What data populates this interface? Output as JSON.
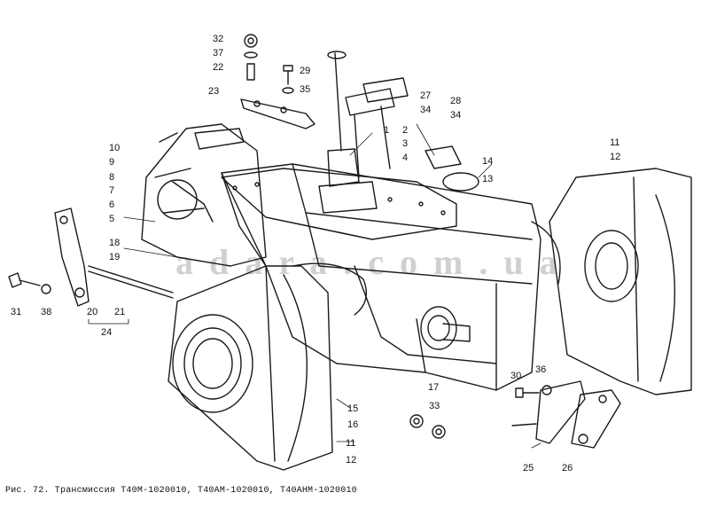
{
  "figure": {
    "caption": "Рис. 72. Трансмиссия Т40М-1020010, Т40АМ-1020010, Т40АНМ-1020010",
    "watermark": "a d a r a . c o m . u a"
  },
  "callouts": {
    "c1": "1",
    "c2": "2",
    "c3": "3",
    "c4": "4",
    "c5": "5",
    "c6": "6",
    "c7": "7",
    "c8": "8",
    "c9": "9",
    "c10": "10",
    "c11a": "11",
    "c12a": "12",
    "c11b": "11",
    "c12b": "12",
    "c13": "13",
    "c14": "14",
    "c15": "15",
    "c16": "16",
    "c17": "17",
    "c18": "18",
    "c19": "19",
    "c20": "20",
    "c21": "21",
    "c22": "22",
    "c23": "23",
    "c24": "24",
    "c25": "25",
    "c26": "26",
    "c27": "27",
    "c28": "28",
    "c29": "29",
    "c30": "30",
    "c31": "31",
    "c32": "32",
    "c33": "33",
    "c34a": "34",
    "c34b": "34",
    "c35": "35",
    "c36": "36",
    "c37": "37",
    "c38": "38"
  }
}
